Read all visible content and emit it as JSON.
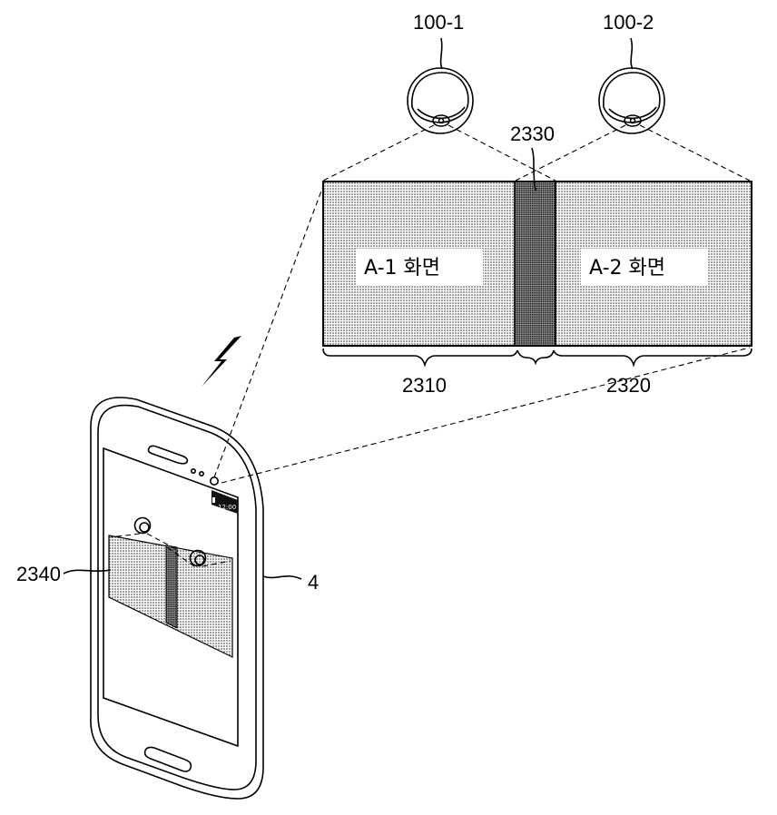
{
  "labels": {
    "camera_1": "100-1",
    "camera_2": "100-2",
    "overlap_region": "2330",
    "region_1": "2310",
    "region_2": "2320",
    "phone_preview": "2340",
    "phone": "4"
  },
  "screens": {
    "screen_1": "A-1 화면",
    "screen_2": "A-2 화면"
  },
  "phone_status": {
    "clock": "12:00"
  },
  "icons": [
    "camera-icon",
    "camera-icon",
    "wireless-signal-icon",
    "smartphone-icon"
  ]
}
